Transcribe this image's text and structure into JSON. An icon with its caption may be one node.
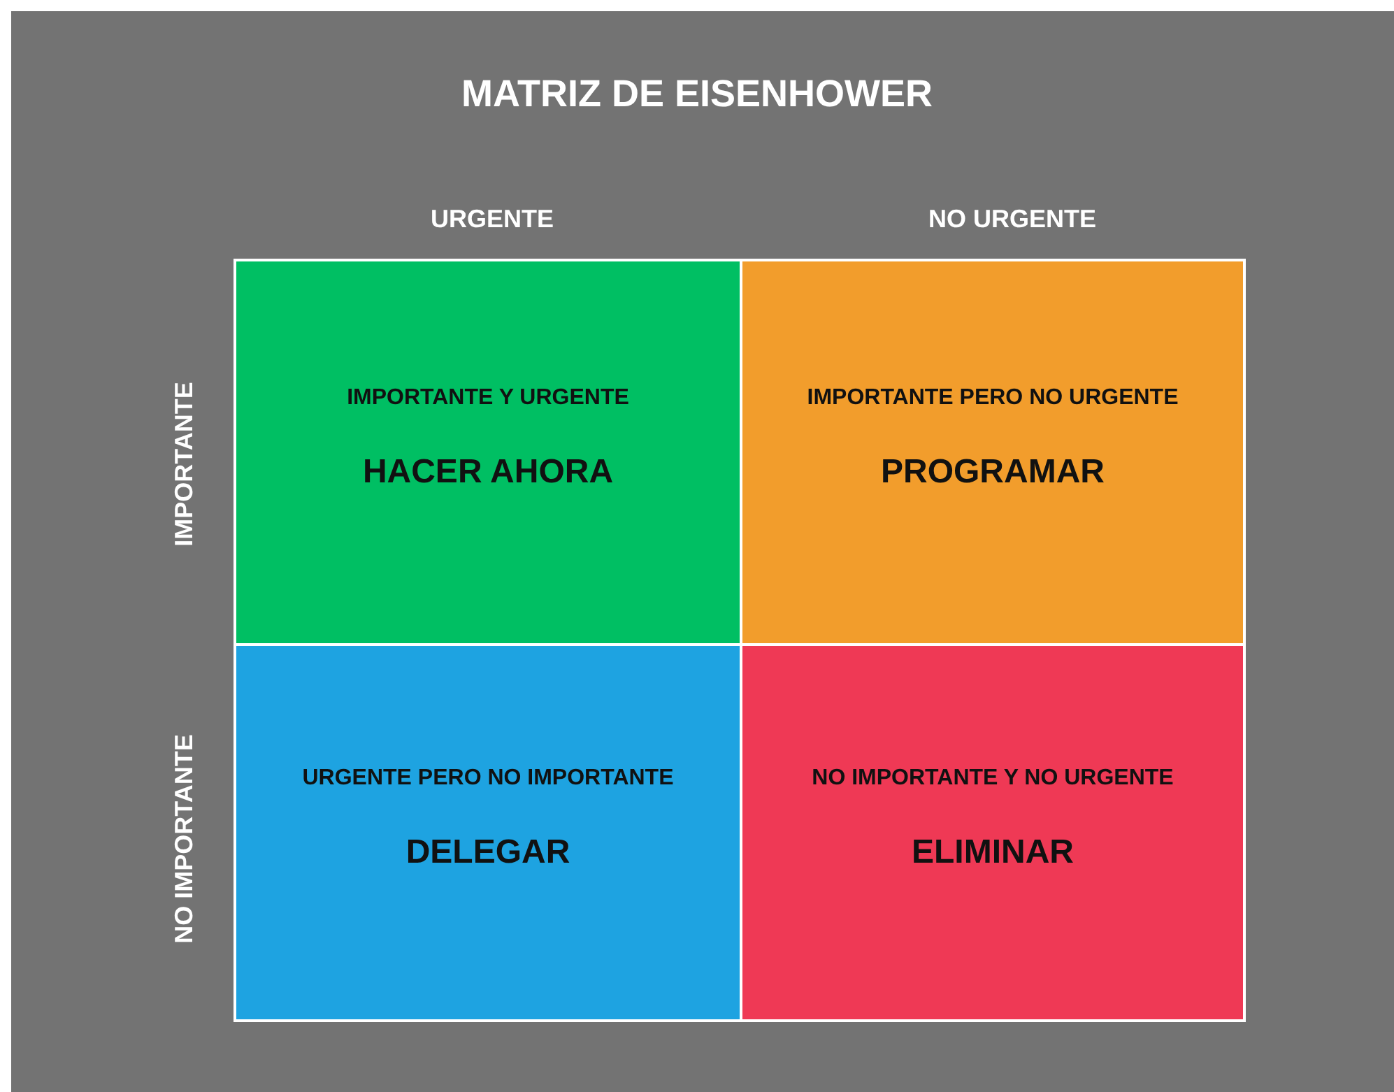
{
  "diagram": {
    "title": "MATRIZ DE EISENHOWER",
    "nodes": [
      {
        "text": [
          "IMPORTANTE Y URGENTE",
          "HACER AHORA"
        ]
      },
      {
        "text": [
          "IMPORTANTE PERO NO URGENTE",
          "PROGRAMAR"
        ]
      },
      {
        "text": [
          "URGENTE PERO NO IMPORTANTE",
          "DELEGAR"
        ]
      },
      {
        "text": [
          "NO IMPORTANTE Y NO URGENTE",
          "ELIMINAR"
        ]
      }
    ],
    "labels": [
      "URGENTE",
      "NO URGENTE",
      "IMPORTANTE",
      "NO IMPORTANTE"
    ]
  }
}
